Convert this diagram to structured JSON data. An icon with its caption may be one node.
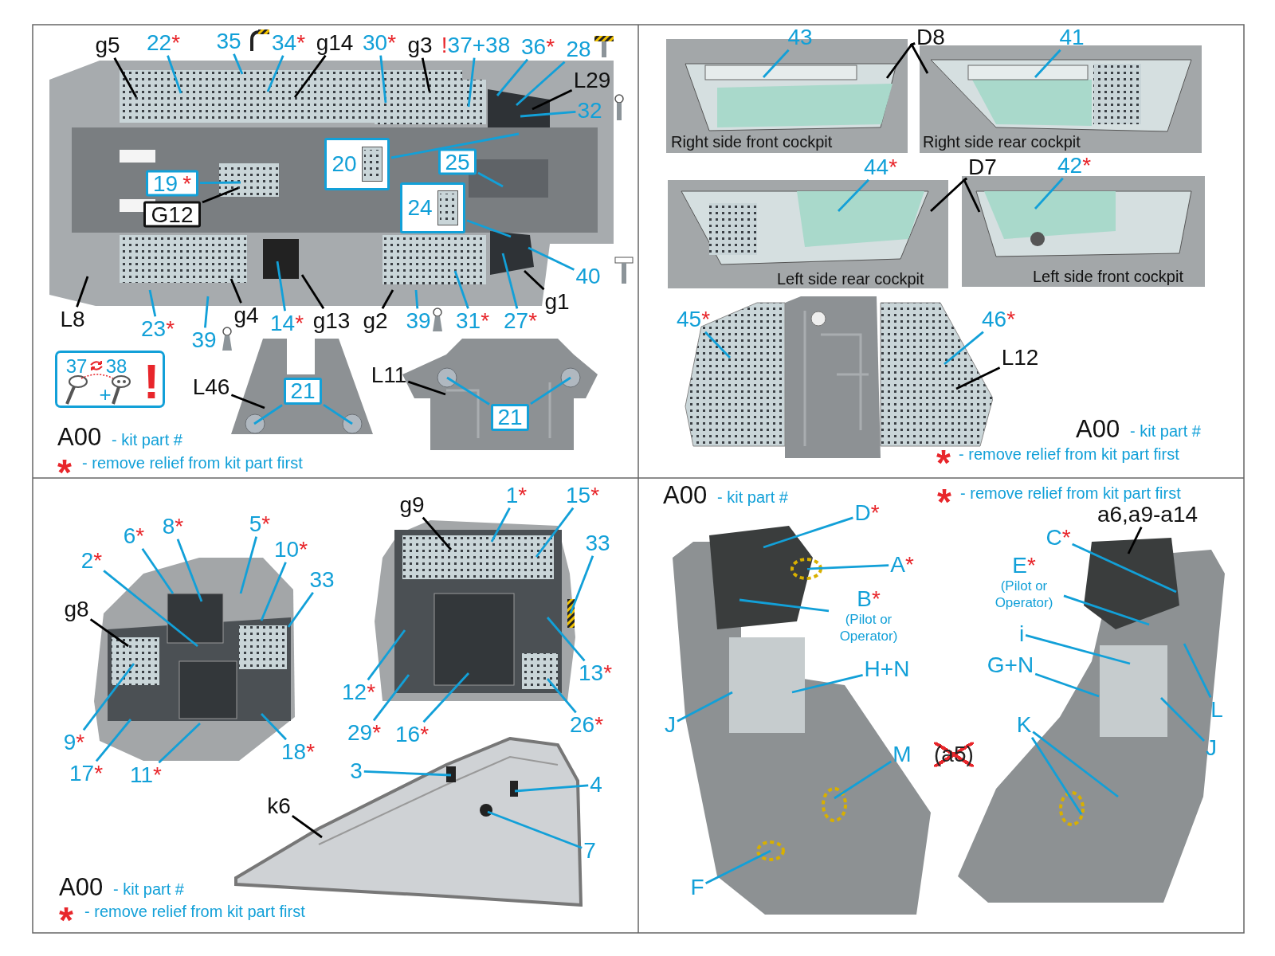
{
  "diagram": {
    "nodes": [
      {
        "text": [],
        "shape": "picture"
      },
      {
        "text": [
          "g5"
        ]
      },
      {
        "text": [
          "22*"
        ]
      },
      {
        "text": [
          "35"
        ]
      },
      {
        "text": [
          "34*"
        ]
      },
      {
        "text": [
          "g14"
        ]
      },
      {
        "text": [
          "30*"
        ]
      },
      {
        "text": [
          "g3"
        ]
      },
      {
        "text": [
          "!37+38"
        ]
      },
      {
        "text": [
          "36*"
        ]
      },
      {
        "text": [
          "28"
        ]
      },
      {
        "text": [
          "L29"
        ],
        "in": 0
      },
      {
        "text": [
          "32"
        ],
        "in": 0
      },
      {
        "text": [
          "20"
        ],
        "in": 0
      },
      {
        "text": [
          "25"
        ],
        "in": 0
      },
      {
        "text": [
          "19*"
        ],
        "in": 0
      },
      {
        "text": [
          "24"
        ],
        "in": 0
      },
      {
        "text": [
          "G12"
        ],
        "in": 0
      },
      {
        "text": [
          "L8"
        ]
      },
      {
        "text": [
          "23*"
        ]
      },
      {
        "text": [
          "39"
        ]
      },
      {
        "text": [
          "g4"
        ]
      },
      {
        "text": [
          "14*"
        ]
      },
      {
        "text": [
          "g13"
        ]
      },
      {
        "text": [
          "g2"
        ]
      },
      {
        "text": [
          "39"
        ]
      },
      {
        "text": [
          "31*"
        ]
      },
      {
        "text": [
          "27*"
        ]
      },
      {
        "text": [
          "g1"
        ]
      },
      {
        "text": [
          "40"
        ],
        "in": 0
      },
      {
        "text": [
          "37",
          "38",
          "+",
          "!"
        ]
      },
      {
        "text": [],
        "shape": "picture"
      },
      {
        "text": [],
        "shape": "picture"
      },
      {
        "text": [
          "L46"
        ]
      },
      {
        "text": [
          "21"
        ],
        "in": 31
      },
      {
        "text": [
          "L11"
        ]
      },
      {
        "text": [
          "21"
        ],
        "in": 32
      },
      {
        "text": [
          "Right side front cockpit"
        ]
      },
      {
        "text": [
          "Right side rear cockpit"
        ]
      },
      {
        "text": [
          "Left side rear cockpit"
        ]
      },
      {
        "text": [
          "Left side front cockpit"
        ]
      },
      {
        "text": [],
        "shape": "picture"
      },
      {
        "text": [
          "43"
        ]
      },
      {
        "text": [
          "D8"
        ]
      },
      {
        "text": [
          "41"
        ]
      },
      {
        "text": [
          "44*"
        ]
      },
      {
        "text": [
          "D7"
        ]
      },
      {
        "text": [
          "42*"
        ]
      },
      {
        "text": [
          "45*"
        ]
      },
      {
        "text": [
          "46*"
        ]
      },
      {
        "text": [
          "L12"
        ]
      },
      {
        "text": [],
        "shape": "picture"
      },
      {
        "text": [],
        "shape": "picture"
      },
      {
        "text": [],
        "shape": "picture"
      },
      {
        "text": [
          "g9"
        ]
      },
      {
        "text": [
          "1*"
        ]
      },
      {
        "text": [
          "15*"
        ]
      },
      {
        "text": [
          "6*"
        ]
      },
      {
        "text": [
          "8*"
        ]
      },
      {
        "text": [
          "5*"
        ]
      },
      {
        "text": [
          "33"
        ]
      },
      {
        "text": [
          "10*"
        ]
      },
      {
        "text": [
          "2*"
        ]
      },
      {
        "text": [
          "33"
        ]
      },
      {
        "text": [
          "g8"
        ]
      },
      {
        "text": [
          "13*"
        ]
      },
      {
        "text": [
          "12*"
        ]
      },
      {
        "text": [
          "16*"
        ]
      },
      {
        "text": [
          "29*"
        ]
      },
      {
        "text": [
          "26*"
        ]
      },
      {
        "text": [
          "9*"
        ]
      },
      {
        "text": [
          "18*"
        ]
      },
      {
        "text": [
          "17*"
        ]
      },
      {
        "text": [
          "11*"
        ]
      },
      {
        "text": [
          "3"
        ],
        "in": 53
      },
      {
        "text": [
          "4"
        ]
      },
      {
        "text": [
          "k6"
        ],
        "in": 53
      },
      {
        "text": [
          "7"
        ]
      },
      {
        "text": [],
        "shape": "picture"
      },
      {
        "text": [],
        "shape": "picture"
      },
      {
        "text": [
          "D*"
        ]
      },
      {
        "text": [
          "a6,a9-a14"
        ]
      },
      {
        "text": [
          "C*"
        ]
      },
      {
        "text": [
          "A*"
        ],
        "in": 78
      },
      {
        "text": [
          "E*",
          "(Pilot or Operator)"
        ],
        "in": 79
      },
      {
        "text": [
          "B*",
          "(Pilot or Operator)"
        ],
        "in": 78
      },
      {
        "text": [
          "i"
        ],
        "in": 79
      },
      {
        "text": [
          "G+N"
        ],
        "in": 79
      },
      {
        "text": [
          "H+N"
        ],
        "in": 78
      },
      {
        "text": [
          "L"
        ],
        "in": 79
      },
      {
        "text": [
          "J"
        ]
      },
      {
        "text": [
          "K"
        ],
        "in": 79
      },
      {
        "text": [
          "J"
        ],
        "in": 79
      },
      {
        "text": [
          "M"
        ],
        "in": 78
      },
      {
        "text": [
          "F"
        ],
        "in": 78
      }
    ],
    "edges": [
      {
        "from": 1,
        "to": 0,
        "arrow": "none",
        "color": "#000000"
      },
      {
        "from": 2,
        "to": 0,
        "arrow": "none"
      },
      {
        "from": 3,
        "to": 0,
        "arrow": "none"
      },
      {
        "from": 4,
        "to": 0,
        "arrow": "none"
      },
      {
        "from": 5,
        "to": 0,
        "arrow": "none",
        "color": "#000000"
      },
      {
        "from": 6,
        "to": 0,
        "arrow": "none"
      },
      {
        "from": 7,
        "to": 0,
        "arrow": "none",
        "color": "#000000"
      },
      {
        "from": 8,
        "to": 0,
        "arrow": "none"
      },
      {
        "from": 9,
        "to": 0,
        "arrow": "none"
      },
      {
        "from": 10,
        "to": 0,
        "arrow": "none"
      },
      {
        "from": 11,
        "to": 0,
        "arrow": "none",
        "color": "#000000"
      },
      {
        "from": 12,
        "to": 0,
        "arrow": "none"
      },
      {
        "from": 13,
        "to": 0,
        "arrow": "none"
      },
      {
        "from": 14,
        "to": 0,
        "arrow": "none"
      },
      {
        "from": 15,
        "to": 0,
        "arrow": "none"
      },
      {
        "from": 16,
        "to": 0,
        "arrow": "none"
      },
      {
        "from": 17,
        "to": 0,
        "arrow": "none",
        "color": "#000000"
      },
      {
        "from": 18,
        "to": 0,
        "arrow": "none",
        "color": "#000000"
      },
      {
        "from": 19,
        "to": 0,
        "arrow": "none"
      },
      {
        "from": 20,
        "to": 0,
        "arrow": "none"
      },
      {
        "from": 21,
        "to": 0,
        "arrow": "none",
        "color": "#000000"
      },
      {
        "from": 22,
        "to": 0,
        "arrow": "none"
      },
      {
        "from": 23,
        "to": 0,
        "arrow": "none",
        "color": "#000000"
      },
      {
        "from": 24,
        "to": 0,
        "arrow": "none",
        "color": "#000000"
      },
      {
        "from": 25,
        "to": 0,
        "arrow": "none"
      },
      {
        "from": 26,
        "to": 0,
        "arrow": "none"
      },
      {
        "from": 27,
        "to": 0,
        "arrow": "none"
      },
      {
        "from": 28,
        "to": 0,
        "arrow": "none",
        "color": "#000000"
      },
      {
        "from": 29,
        "to": 0,
        "arrow": "none"
      },
      {
        "from": 33,
        "to": 31,
        "arrow": "none",
        "color": "#000000"
      },
      {
        "from": 34,
        "to": 31,
        "arrow": "none"
      },
      {
        "from": 34,
        "to": 31,
        "arrow": "none"
      },
      {
        "from": 35,
        "to": 32,
        "arrow": "none",
        "color": "#000000"
      },
      {
        "from": 36,
        "to": 32,
        "arrow": "none"
      },
      {
        "from": 36,
        "to": 32,
        "arrow": "none"
      },
      {
        "from": 42,
        "to": 37,
        "arrow": "none"
      },
      {
        "from": 43,
        "to": 37,
        "arrow": "none",
        "color": "#000000"
      },
      {
        "from": 43,
        "to": 38,
        "arrow": "none",
        "color": "#000000"
      },
      {
        "from": 44,
        "to": 38,
        "arrow": "none"
      },
      {
        "from": 45,
        "to": 39,
        "arrow": "none"
      },
      {
        "from": 46,
        "to": 39,
        "arrow": "none",
        "color": "#000000"
      },
      {
        "from": 46,
        "to": 40,
        "arrow": "none",
        "color": "#000000"
      },
      {
        "from": 47,
        "to": 40,
        "arrow": "none"
      },
      {
        "from": 48,
        "to": 41,
        "arrow": "none"
      },
      {
        "from": 49,
        "to": 41,
        "arrow": "none"
      },
      {
        "from": 50,
        "to": 41,
        "arrow": "none",
        "color": "#000000"
      },
      {
        "from": 54,
        "to": 52,
        "arrow": "none",
        "color": "#000000"
      },
      {
        "from": 55,
        "to": 52,
        "arrow": "none"
      },
      {
        "from": 56,
        "to": 52,
        "arrow": "none"
      },
      {
        "from": 57,
        "to": 51,
        "arrow": "none"
      },
      {
        "from": 58,
        "to": 51,
        "arrow": "none"
      },
      {
        "from": 59,
        "to": 51,
        "arrow": "none"
      },
      {
        "from": 60,
        "to": 52,
        "arrow": "none"
      },
      {
        "from": 61,
        "to": 51,
        "arrow": "none"
      },
      {
        "from": 62,
        "to": 51,
        "arrow": "none"
      },
      {
        "from": 63,
        "to": 51,
        "arrow": "none"
      },
      {
        "from": 64,
        "to": 51,
        "arrow": "none",
        "color": "#000000"
      },
      {
        "from": 65,
        "to": 52,
        "arrow": "none"
      },
      {
        "from": 66,
        "to": 52,
        "arrow": "none"
      },
      {
        "from": 67,
        "to": 52,
        "arrow": "none"
      },
      {
        "from": 68,
        "to": 52,
        "arrow": "none"
      },
      {
        "from": 69,
        "to": 52,
        "arrow": "none"
      },
      {
        "from": 70,
        "to": 51,
        "arrow": "none"
      },
      {
        "from": 71,
        "to": 51,
        "arrow": "none"
      },
      {
        "from": 72,
        "to": 51,
        "arrow": "none"
      },
      {
        "from": 73,
        "to": 51,
        "arrow": "none"
      },
      {
        "from": 74,
        "to": 53,
        "arrow": "none"
      },
      {
        "from": 75,
        "to": 53,
        "arrow": "none"
      },
      {
        "from": 76,
        "to": 53,
        "arrow": "none",
        "color": "#000000"
      },
      {
        "from": 77,
        "to": 53,
        "arrow": "none"
      },
      {
        "from": 80,
        "to": 78,
        "arrow": "none"
      },
      {
        "from": 81,
        "to": 79,
        "arrow": "none",
        "color": "#000000"
      },
      {
        "from": 82,
        "to": 79,
        "arrow": "none"
      },
      {
        "from": 83,
        "to": 78,
        "arrow": "none"
      },
      {
        "from": 84,
        "to": 79,
        "arrow": "none"
      },
      {
        "from": 85,
        "to": 78,
        "arrow": "none"
      },
      {
        "from": 86,
        "to": 79,
        "arrow": "none"
      },
      {
        "from": 87,
        "to": 79,
        "arrow": "none"
      },
      {
        "from": 88,
        "to": 78,
        "arrow": "none"
      },
      {
        "from": 89,
        "to": 79,
        "arrow": "none"
      },
      {
        "from": 90,
        "to": 78,
        "arrow": "none"
      },
      {
        "from": 91,
        "to": 79,
        "arrow": "none"
      },
      {
        "from": 91,
        "to": 79,
        "arrow": "none"
      },
      {
        "from": 92,
        "to": 79,
        "arrow": "none"
      },
      {
        "from": 93,
        "to": 78,
        "arrow": "none"
      },
      {
        "from": 94,
        "to": 78,
        "arrow": "none"
      }
    ],
    "labels": [
      "A00",
      "- kit part #",
      "*",
      "- remove relief from kit part first",
      "A00",
      "- kit part #",
      "*",
      "- remove relief from kit part first",
      "A00",
      "- kit part #",
      "*",
      "- remove relief from kit part first",
      "A00",
      "- kit part #",
      "*",
      "- remove relief from kit part first",
      "(a5)"
    ]
  }
}
